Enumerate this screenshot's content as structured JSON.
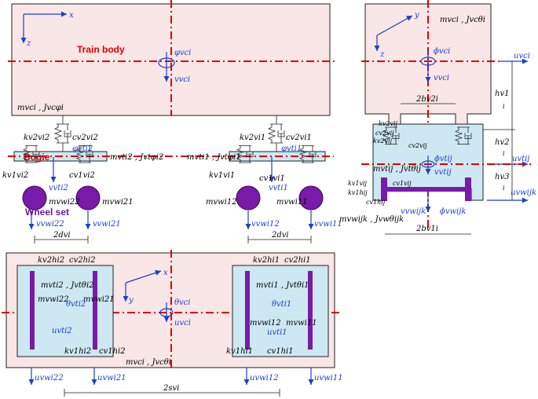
{
  "side_view": {
    "axis_x": "x",
    "axis_z": "z",
    "body_label": "Train body",
    "phi": "φvci",
    "v": "vvci",
    "mass": "mvci , Jvcφi",
    "k2_rear": "kv2vi2",
    "c2_rear": "cv2vi2",
    "k2_front": "kv2vi1",
    "c2_front": "cv2vi1",
    "bogie_label": "Bogie",
    "phi_t2": "φvti2",
    "mt2": "mvti2 , Jvtφi2",
    "mt1": "mvti1 , Jvtφi1",
    "phi_t1": "φvti1",
    "k1_rear": "kv1vi2",
    "c1_rear": "cv1vi2",
    "k1_front_l": "kv1vi1",
    "c1_front_l": "cv1vi1",
    "vt2": "vvti2",
    "vt1": "vvti1",
    "mw22": "mvwi22",
    "mw21": "mvwi21",
    "mw12": "mvwi12",
    "mw11": "mvwi11",
    "wheelset_label": "Wheel set",
    "vw22": "vvwi22",
    "vw21": "vvwi21",
    "vw12": "vvwi12",
    "vw11": "vvwi11",
    "dim_d_left": "2dvi",
    "dim_d_right": "2dvi"
  },
  "end_view": {
    "axis_y": "y",
    "axis_z": "z",
    "mass": "mvci , Jvcθi",
    "phi": "ϕvci",
    "v": "vvci",
    "b2": "2bv2i",
    "u_c": "uvci",
    "h1": "hv1",
    "h1_i": "i",
    "h2": "hv2",
    "h2_i": "i",
    "h3": "hv3",
    "h3_i": "i",
    "u_t": "uvtij",
    "u_w": "uvwijk",
    "kv2": "kv2vij",
    "kv2b": "kv2vij",
    "cv2": "cv2vij",
    "cv2b": "cv2vij",
    "mt": "mvtij , Jvtθij",
    "phi_t": "ϕvtij",
    "v_t": "vvtij",
    "kv1": "kv1vij",
    "kh1": "kv1hij",
    "cv1": "cv1vij",
    "ch1": "cv1hij",
    "v_w": "vvwijk",
    "phi_w": "ϕvwijk",
    "mw": "mvwijk , Jvwθijk",
    "b1": "2bv1i"
  },
  "plan_view": {
    "axis_x": "x",
    "axis_y": "y",
    "theta_c": "θvci",
    "u_c": "uvci",
    "mass": "mvci , Jvcθi",
    "k2h_l": "kv2hi2",
    "c2h_l": "cv2hi2",
    "k2h_r": "kv2hi1",
    "c2h_r": "cv2hi1",
    "mt_l": "mvti2 , Jvtθi2",
    "mt_r": "mvti1 , Jvtθi1",
    "mw22": "mvwi22",
    "mw21": "mvwi21",
    "mw12": "mvwi12",
    "mw11": "mvwi11",
    "th_l": "θvti2",
    "th_r": "θvti1",
    "ut_l": "uvti2",
    "ut_r": "uvti1",
    "k1h_l": "kv1hi2",
    "c1h_l": "cv1hi2",
    "k1h_r": "kv1hi1",
    "c1h_r": "cv1hi1",
    "uw22": "uvwi22",
    "uw21": "uvwi21",
    "uw12": "uvwi12",
    "uw11": "uvwi11",
    "dim_s": "2svi"
  },
  "colors": {
    "red": "#e00000",
    "blue": "#1a3fcf",
    "purple": "#7a1aa8",
    "body": "#f9e6e6",
    "bogie": "#cde8f2"
  }
}
